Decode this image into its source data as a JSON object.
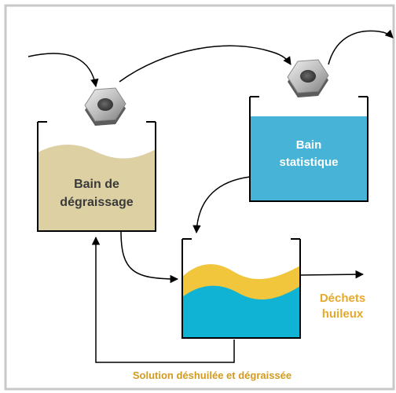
{
  "diagram": {
    "tanks": {
      "degreasing": {
        "label_line1": "Bain de",
        "label_line2": "dégraissage",
        "liquid_color": "#ddd1a4"
      },
      "static": {
        "label_line1": "Bain",
        "label_line2": "statistique",
        "liquid_color": "#47b3d6"
      },
      "separator": {
        "water_color": "#10b3d4",
        "oil_color": "#f1c63c"
      }
    },
    "outputs": {
      "oily_waste_line1": "Déchets",
      "oily_waste_line2": "huileux"
    },
    "return_line_label": "Solution déshuilée et dégraissée",
    "colors": {
      "frame": "#c8c8c8",
      "line": "#000000",
      "waste_text": "#e5a92c",
      "return_text": "#d29a1e",
      "label_dark": "#3a3a3a",
      "label_light": "#ffffff"
    },
    "icons": [
      "hex-nut-icon",
      "hex-nut-icon"
    ]
  }
}
